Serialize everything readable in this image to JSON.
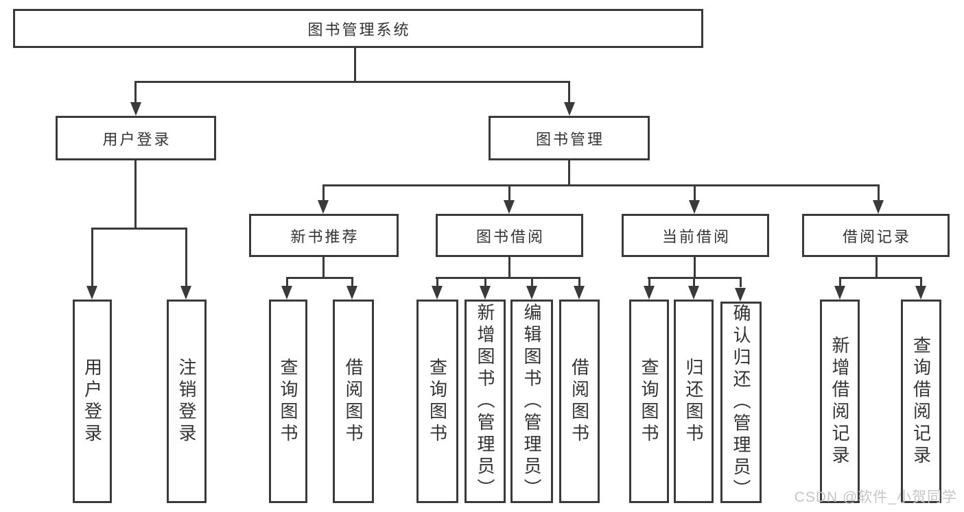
{
  "diagram": {
    "root": {
      "label": "图书管理系统",
      "children": [
        {
          "label": "用户登录",
          "children": [
            {
              "label": "用户登录"
            },
            {
              "label": "注销登录"
            }
          ]
        },
        {
          "label": "图书管理",
          "children": [
            {
              "label": "新书推荐",
              "children": [
                {
                  "label": "查询图书"
                },
                {
                  "label": "借阅图书"
                }
              ]
            },
            {
              "label": "图书借阅",
              "children": [
                {
                  "label": "查询图书"
                },
                {
                  "label": "新增图书（管理员）"
                },
                {
                  "label": "编辑图书（管理员）"
                },
                {
                  "label": "借阅图书"
                }
              ]
            },
            {
              "label": "当前借阅",
              "children": [
                {
                  "label": "查询图书"
                },
                {
                  "label": "归还图书"
                },
                {
                  "label": "确认归还（管理员）"
                }
              ]
            },
            {
              "label": "借阅记录",
              "children": [
                {
                  "label": "新增借阅记录"
                },
                {
                  "label": "查询借阅记录"
                }
              ]
            }
          ]
        }
      ]
    },
    "watermark": "CSDN @软件_小贺同学"
  },
  "colors": {
    "line": "#3a3a3a",
    "text": "#333333",
    "background": "#ffffff",
    "watermark": "#c5c5c5"
  }
}
